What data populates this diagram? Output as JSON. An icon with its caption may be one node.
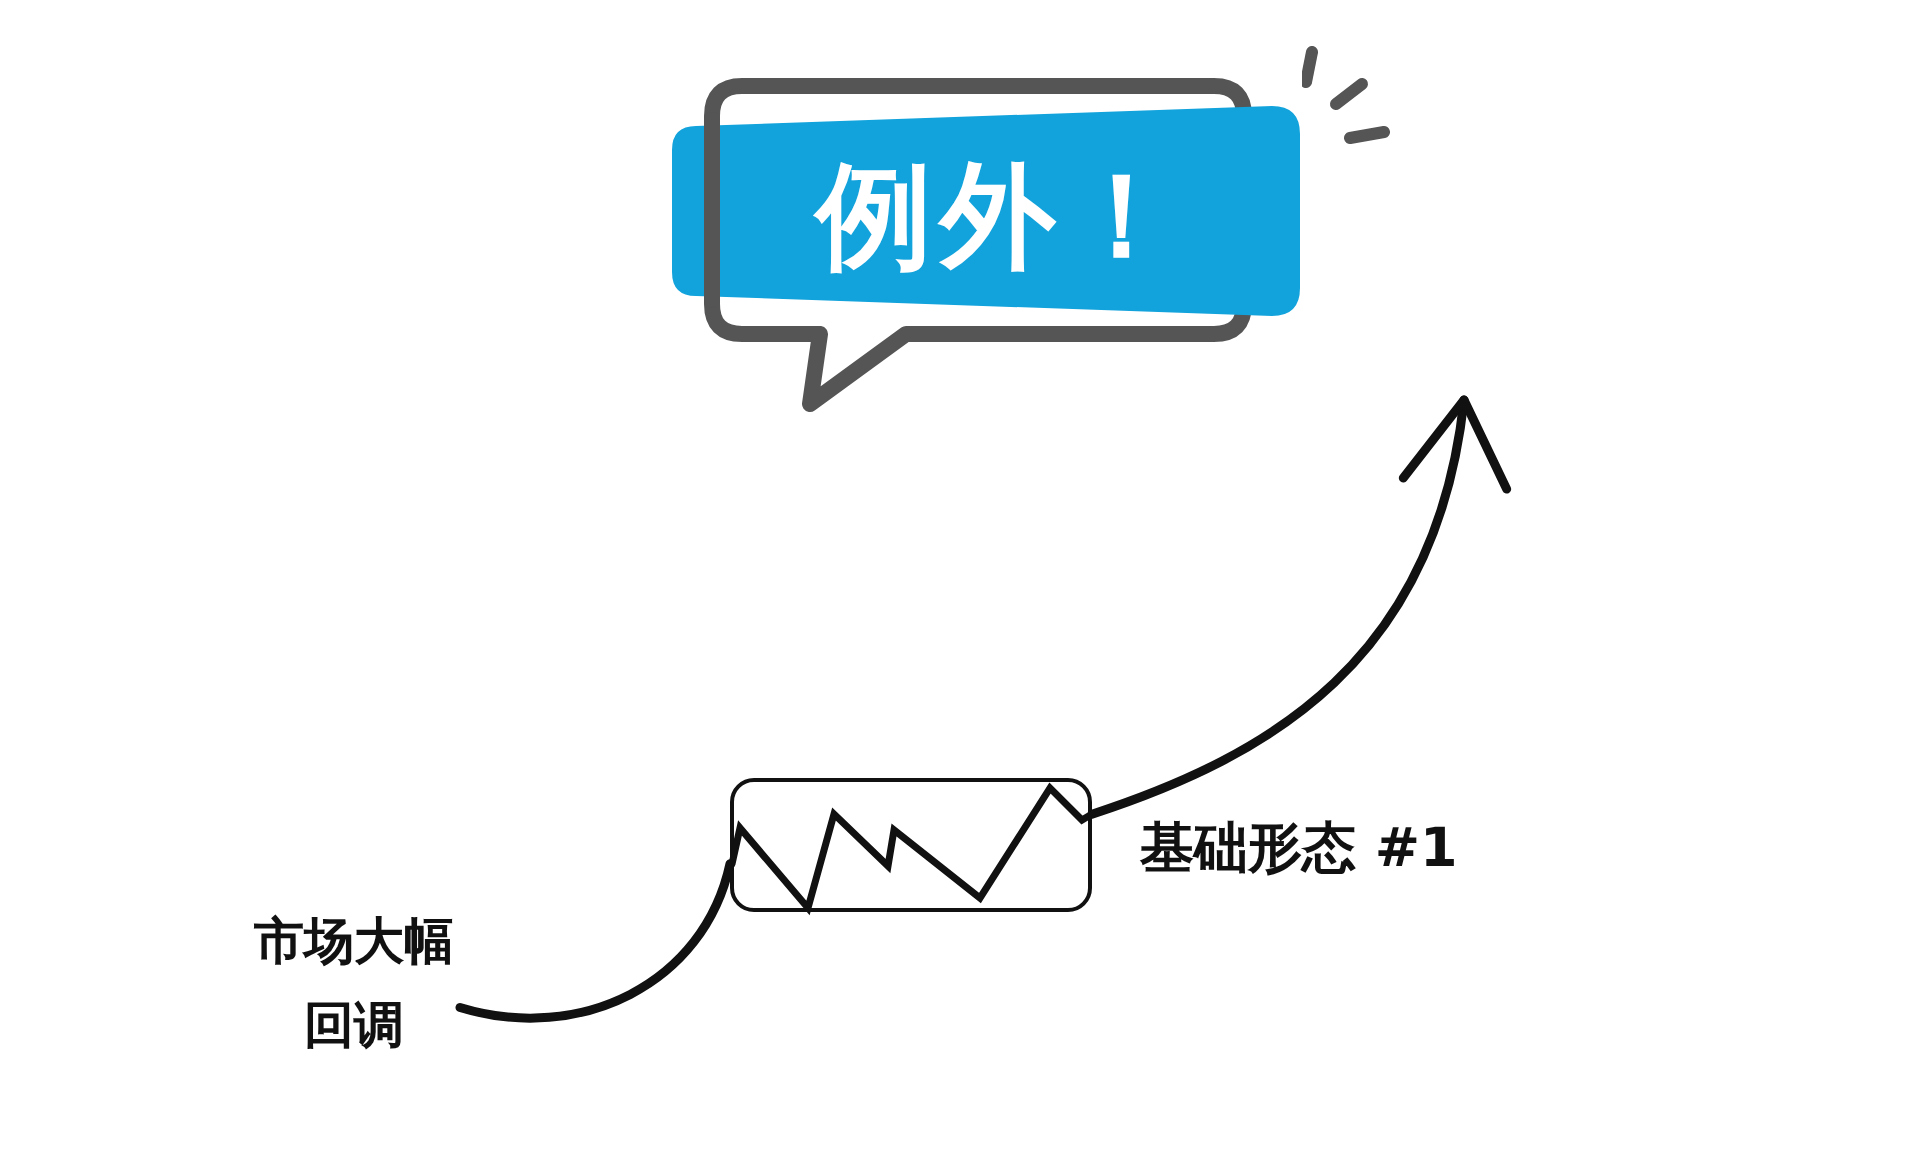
{
  "diagram": {
    "nodes": [
      {
        "text": [
          "例外！"
        ]
      },
      {
        "text": [],
        "shape": "box",
        "beside": [
          "基础形态 #1"
        ]
      },
      {
        "text": [
          "市场大幅回调"
        ]
      }
    ],
    "edges": [
      {
        "from": 2,
        "to": 1,
        "arrow": "none"
      },
      {
        "from": 1,
        "to": null,
        "arrow": "to"
      }
    ]
  }
}
